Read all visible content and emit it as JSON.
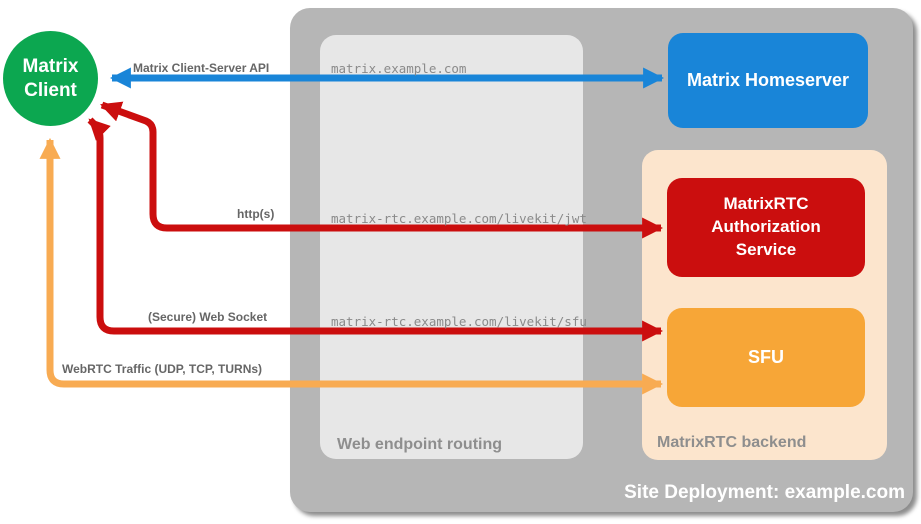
{
  "colors": {
    "client-green": "#0ca750",
    "homeserver-blue": "#1985d8",
    "service-red": "#cb0e0e",
    "sfu-orange": "#f7a637",
    "arrow-orange": "#f8ab52",
    "backend-peach": "#fce5cd",
    "container-gray": "#b6b6b6",
    "panel-gray": "#e7e7e7",
    "label-gray": "#666666",
    "mono-gray": "#8a8a8a",
    "panel-label-gray": "#8e8e8e"
  },
  "nodes": {
    "client": "Matrix Client",
    "homeserver": "Matrix Homeserver",
    "auth_service": "MatrixRTC Authorization Service",
    "sfu": "SFU"
  },
  "containers": {
    "site": "Site Deployment: example.com",
    "routing": "Web endpoint routing",
    "backend": "MatrixRTC backend"
  },
  "endpoints": {
    "homeserver": "matrix.example.com",
    "jwt": "matrix-rtc.example.com/livekit/jwt",
    "sfu": "matrix-rtc.example.com/livekit/sfu"
  },
  "arrow_labels": {
    "api": "Matrix Client-Server API",
    "https": "http(s)",
    "websocket": "(Secure) Web Socket",
    "webrtc": "WebRTC Traffic (UDP, TCP, TURNs)"
  }
}
